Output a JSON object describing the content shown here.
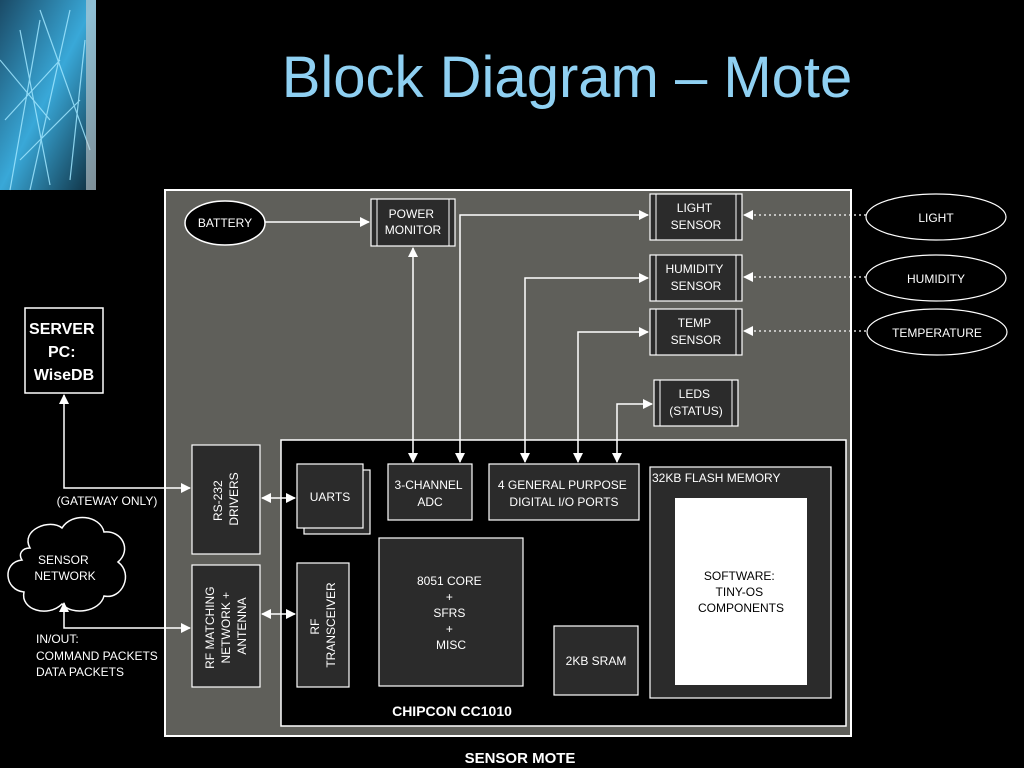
{
  "title": "Block Diagram – Mote",
  "colors": {
    "title": "#8fd0f2",
    "board": "#5f5f5a",
    "chip": "#000000",
    "block": "#2b2b2b",
    "line": "#ffffff"
  },
  "decoration": {
    "icon": "frost-foliage-photo"
  },
  "external": {
    "battery": "BATTERY",
    "light": "LIGHT",
    "humidity": "HUMIDITY",
    "temperature": "TEMPERATURE",
    "server": [
      "SERVER",
      "PC:",
      "WiseDB"
    ],
    "gateway": "(GATEWAY ONLY)",
    "network": [
      "SENSOR",
      "NETWORK"
    ],
    "inout": [
      "IN/OUT:",
      "COMMAND PACKETS",
      "DATA PACKETS"
    ]
  },
  "board": {
    "label": "SENSOR MOTE",
    "power_monitor": [
      "POWER",
      "MONITOR"
    ],
    "light_sensor": [
      "LIGHT",
      "SENSOR"
    ],
    "humidity_sensor": [
      "HUMIDITY",
      "SENSOR"
    ],
    "temp_sensor": [
      "TEMP",
      "SENSOR"
    ],
    "leds": [
      "LEDS",
      "(STATUS)"
    ],
    "rs232": [
      "RS-232",
      "DRIVERS"
    ],
    "rf_matching": [
      "RF MATCHING",
      "NETWORK +",
      "ANTENNA"
    ]
  },
  "chip": {
    "label": "CHIPCON CC1010",
    "uarts": "UARTS",
    "adc": [
      "3-CHANNEL",
      "ADC"
    ],
    "gpio": [
      "4 GENERAL PURPOSE",
      "DIGITAL I/O PORTS"
    ],
    "flash": "32KB FLASH MEMORY",
    "software": [
      "SOFTWARE:",
      "TINY-OS",
      "COMPONENTS"
    ],
    "rf_transceiver": [
      "RF",
      "TRANSCEIVER"
    ],
    "core": [
      "8051 CORE",
      "+",
      "SFRS",
      "+",
      "MISC"
    ],
    "sram": "2KB SRAM"
  }
}
